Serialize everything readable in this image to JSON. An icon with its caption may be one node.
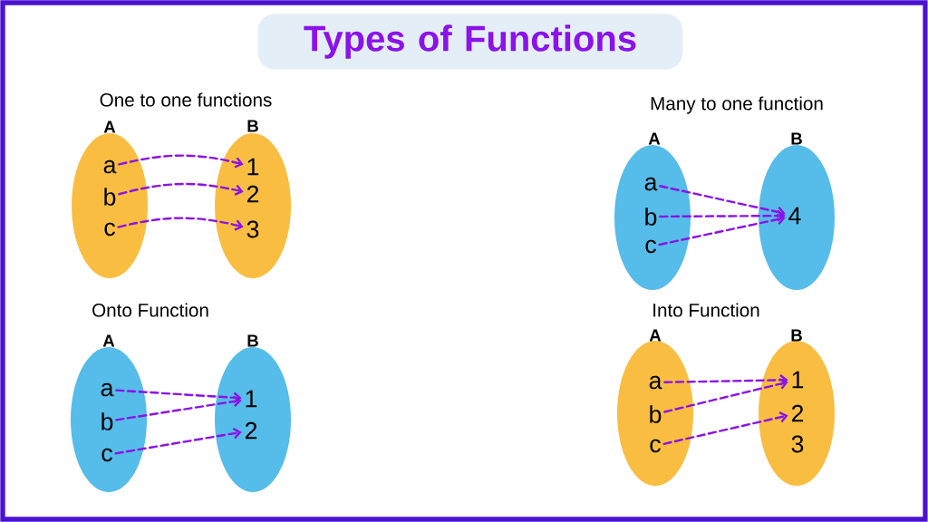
{
  "diagram": {
    "title": "Types of Functions",
    "nodes": [
      {
        "text": [
          "A"
        ]
      },
      {
        "text": [
          "a"
        ],
        "in": 0
      },
      {
        "text": [
          "b"
        ],
        "in": 0
      },
      {
        "text": [
          "c"
        ],
        "in": 0
      },
      {
        "text": [
          "B"
        ]
      },
      {
        "text": [
          "1"
        ],
        "in": 4
      },
      {
        "text": [
          "2"
        ],
        "in": 4
      },
      {
        "text": [
          "3"
        ],
        "in": 4
      },
      {
        "text": [
          "A"
        ]
      },
      {
        "text": [
          "a"
        ],
        "in": 8
      },
      {
        "text": [
          "b"
        ],
        "in": 8
      },
      {
        "text": [
          "c"
        ],
        "in": 8
      },
      {
        "text": [
          "B"
        ]
      },
      {
        "text": [
          "4"
        ],
        "in": 12
      },
      {
        "text": [
          "A"
        ]
      },
      {
        "text": [
          "a"
        ],
        "in": 14
      },
      {
        "text": [
          "b"
        ],
        "in": 14
      },
      {
        "text": [
          "c"
        ],
        "in": 14
      },
      {
        "text": [
          "B"
        ]
      },
      {
        "text": [
          "1"
        ],
        "in": 18
      },
      {
        "text": [
          "2"
        ],
        "in": 18
      },
      {
        "text": [
          "A"
        ]
      },
      {
        "text": [
          "a"
        ],
        "in": 21
      },
      {
        "text": [
          "b"
        ],
        "in": 21
      },
      {
        "text": [
          "c"
        ],
        "in": 21
      },
      {
        "text": [
          "B"
        ]
      },
      {
        "text": [
          "1"
        ],
        "in": 25
      },
      {
        "text": [
          "2"
        ],
        "in": 25
      },
      {
        "text": [
          "3"
        ],
        "in": 25
      }
    ],
    "edges": [
      {
        "from": 1,
        "to": 5,
        "arrow": "to",
        "style": "dashed"
      },
      {
        "from": 2,
        "to": 6,
        "arrow": "to",
        "style": "dashed"
      },
      {
        "from": 3,
        "to": 7,
        "arrow": "to",
        "style": "dashed"
      },
      {
        "from": 9,
        "to": 13,
        "arrow": "to",
        "style": "dashed"
      },
      {
        "from": 10,
        "to": 13,
        "arrow": "to",
        "style": "dashed"
      },
      {
        "from": 11,
        "to": 13,
        "arrow": "to",
        "style": "dashed"
      },
      {
        "from": 15,
        "to": 19,
        "arrow": "to",
        "style": "dashed"
      },
      {
        "from": 16,
        "to": 19,
        "arrow": "to",
        "style": "dashed"
      },
      {
        "from": 17,
        "to": 20,
        "arrow": "to",
        "style": "dashed"
      },
      {
        "from": 22,
        "to": 26,
        "arrow": "to",
        "style": "dashed"
      },
      {
        "from": 23,
        "to": 26,
        "arrow": "to",
        "style": "dashed"
      },
      {
        "from": 24,
        "to": 27,
        "arrow": "to",
        "style": "dashed"
      }
    ],
    "labels": [
      "One to one functions",
      "Many to one function",
      "Onto Function",
      "Into Function"
    ]
  }
}
